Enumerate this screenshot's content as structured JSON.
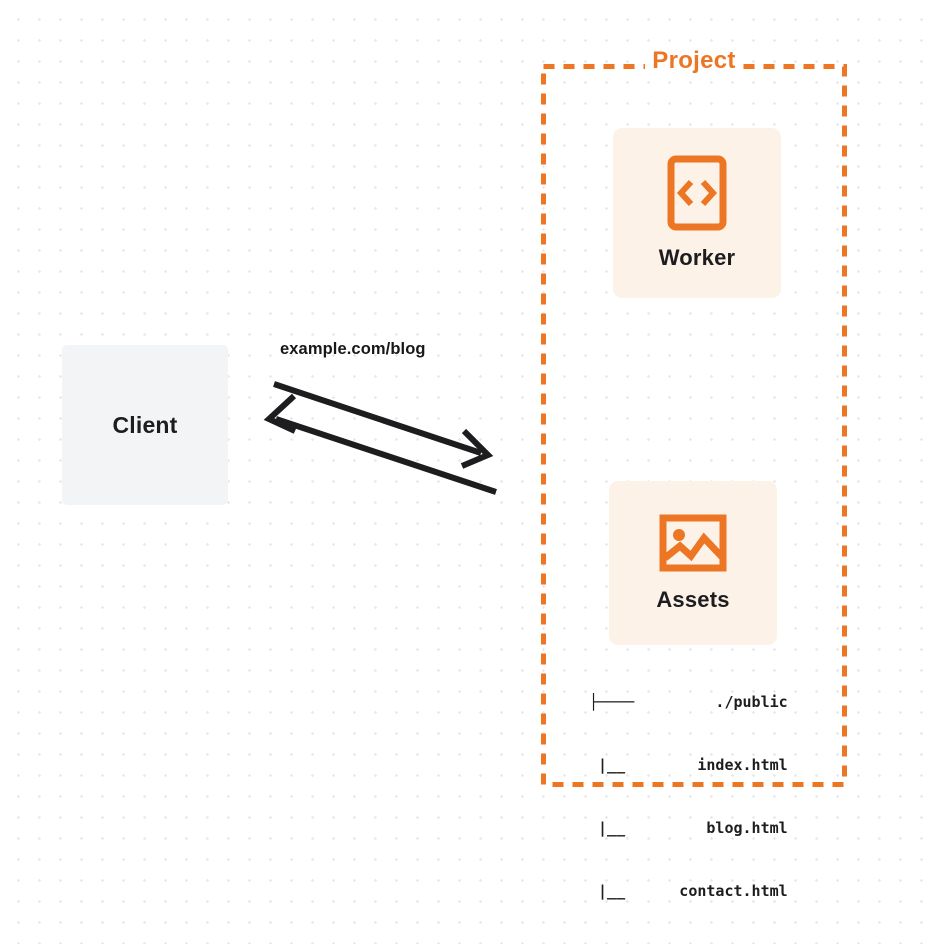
{
  "diagram": {
    "type": "architecture-diagram",
    "background": "#ffffff",
    "dot_grid_color": "#e9e9ec",
    "accent_color": "#ed7624",
    "card_background": "#fdf2e8",
    "client": {
      "label": "Client",
      "background": "#f3f4f6",
      "text_color": "#1d1d1f"
    },
    "connection": {
      "label": "example.com/blog",
      "color": "#1d1d1f",
      "direction": "bidirectional",
      "request_arrow": "client-to-project",
      "response_arrow": "project-to-client"
    },
    "project": {
      "title": "Project",
      "border_style": "dashed",
      "border_color": "#ed7624",
      "services": [
        {
          "name": "Worker",
          "icon": "code-brackets-icon",
          "icon_color": "#ed7624"
        },
        {
          "name": "Assets",
          "icon": "image-icon",
          "icon_color": "#ed7624"
        }
      ],
      "file_tree": {
        "root_branch": "├────",
        "child_branch": "|__",
        "entries": [
          {
            "prefix": "├────",
            "name": "./public"
          },
          {
            "prefix": "|__",
            "name": "index.html"
          },
          {
            "prefix": "|__",
            "name": "blog.html"
          },
          {
            "prefix": "|__",
            "name": "contact.html"
          }
        ]
      }
    }
  }
}
